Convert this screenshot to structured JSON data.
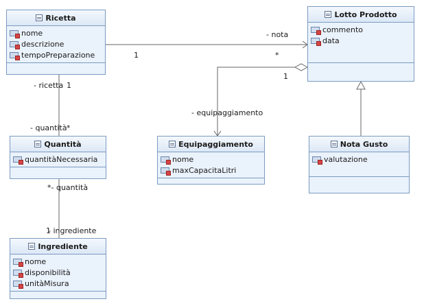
{
  "classes": {
    "ricetta": {
      "name": "Ricetta",
      "attributes": [
        "nome",
        "descrizione",
        "tempoPreparazione"
      ]
    },
    "lotto": {
      "name": "Lotto Prodotto",
      "attributes": [
        "commento",
        "data"
      ]
    },
    "quantita": {
      "name": "Quantità",
      "attributes": [
        "quantitàNecessaria"
      ]
    },
    "equip": {
      "name": "Equipaggiamento",
      "attributes": [
        "nome",
        "maxCapacitaLitri"
      ]
    },
    "nota": {
      "name": "Nota Gusto",
      "attributes": [
        "valutazione"
      ]
    },
    "ingrediente": {
      "name": "Ingrediente",
      "attributes": [
        "nome",
        "disponibilità",
        "unitàMisura"
      ]
    }
  },
  "labels": {
    "nota_role": "- nota",
    "ricetta_mult_1": "1",
    "lotto_star": "*",
    "lotto_1": "1",
    "equip_role": "- equipaggiamento",
    "ricetta_role": "- ricetta",
    "ricetta_role_mult": "1",
    "quantita_role": "- quantità",
    "quantita_role_mult": "*",
    "quantita_role2": "*- quantità",
    "ingrediente_role": "- ingrediente",
    "ingrediente_mult": "1"
  }
}
